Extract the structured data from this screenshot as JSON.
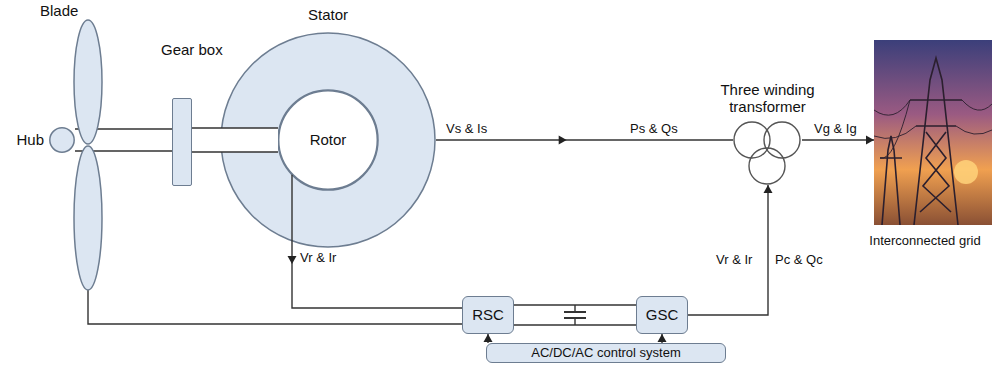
{
  "diagram": {
    "nodes": [
      {
        "text": [
          "Hub"
        ]
      },
      {
        "text": [
          "Gear box"
        ]
      },
      {
        "text": [
          "Stator"
        ]
      },
      {
        "text": [
          "Rotor"
        ],
        "in": 2
      },
      {
        "text": [
          "RSC"
        ]
      },
      {
        "text": [
          "GSC"
        ]
      },
      {
        "text": [
          "AC/DC/AC control system"
        ]
      },
      {
        "text": [
          "Three winding transformer"
        ]
      },
      {
        "text": [
          "Interconnected grid"
        ]
      }
    ],
    "edges": [
      {
        "from": 0,
        "to": 1,
        "arrow": "none"
      },
      {
        "from": 1,
        "to": 3,
        "arrow": "none"
      },
      {
        "from": 2,
        "to": 7,
        "arrow": "to"
      },
      {
        "from": 3,
        "to": 4,
        "arrow": "to"
      },
      {
        "from": 4,
        "to": 5,
        "arrow": "none"
      },
      {
        "from": 5,
        "to": 7,
        "arrow": "to"
      },
      {
        "from": 7,
        "to": 8,
        "arrow": "to"
      },
      {
        "from": 6,
        "to": 4,
        "arrow": "to"
      },
      {
        "from": 6,
        "to": 5,
        "arrow": "to"
      }
    ],
    "labels": [
      "Blade",
      "Vs & Is",
      "Ps & Qs",
      "Vr & Ir",
      "Vr & Ir",
      "Pc & Qc",
      "Vg & Ig"
    ]
  }
}
